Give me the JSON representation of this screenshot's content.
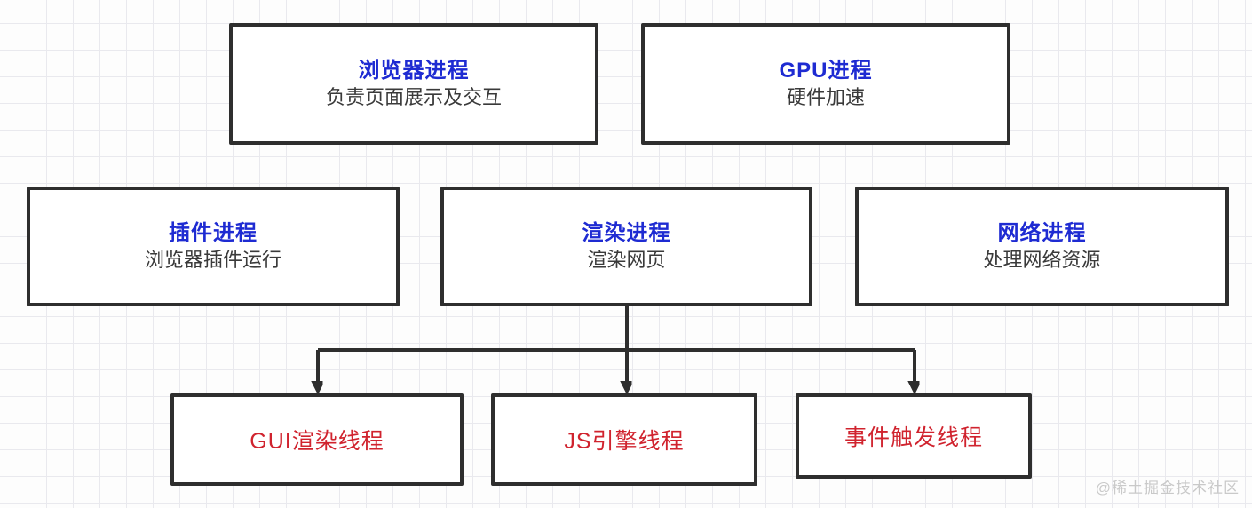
{
  "diagram": {
    "title": "browser-process-architecture",
    "processes": {
      "browser": {
        "title": "浏览器进程",
        "subtitle": "负责页面展示及交互"
      },
      "gpu": {
        "title": "GPU进程",
        "subtitle": "硬件加速"
      },
      "plugin": {
        "title": "插件进程",
        "subtitle": "浏览器插件运行"
      },
      "renderer": {
        "title": "渲染进程",
        "subtitle": "渲染网页"
      },
      "network": {
        "title": "网络进程",
        "subtitle": "处理网络资源"
      }
    },
    "threads": {
      "gui": {
        "label": "GUI渲染线程"
      },
      "js": {
        "label": "JS引擎线程"
      },
      "event": {
        "label": "事件触发线程"
      }
    },
    "edges": [
      {
        "from": "renderer",
        "to": "gui"
      },
      {
        "from": "renderer",
        "to": "js"
      },
      {
        "from": "renderer",
        "to": "event"
      }
    ],
    "colors": {
      "process_title": "#1e2bd2",
      "subtitle": "#3a3a3a",
      "thread_label": "#d0232e",
      "border": "#2e2e2e",
      "watermark_text": "#c9c9c9"
    },
    "watermark": "@稀土掘金技术社区"
  }
}
